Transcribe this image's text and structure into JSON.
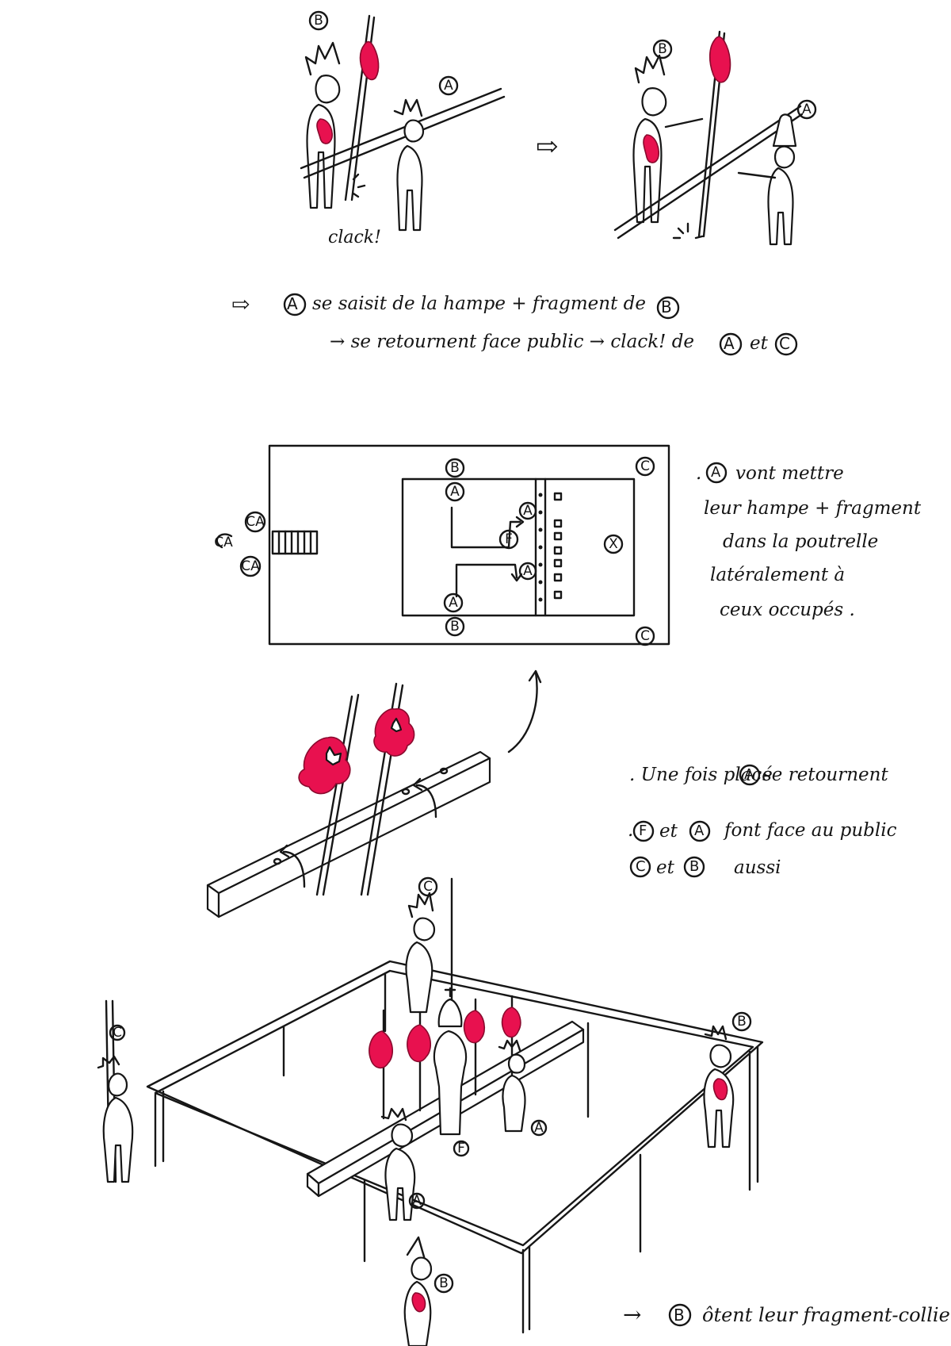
{
  "panel1": {
    "labels": [
      "B",
      "A",
      "B",
      "A"
    ],
    "sound": "clack!",
    "arrow": "⇨"
  },
  "caption1": {
    "line1_arrow": "⇨",
    "line1_actor": "A",
    "line1_text": "se saisit de la hampe + fragment de",
    "line1_target": "B",
    "line2_text": "→ se retournent face public → clack! de",
    "line2_a": "A",
    "line2_et": "et",
    "line2_c": "C"
  },
  "plan": {
    "labels": [
      "B",
      "C",
      "A",
      "A",
      "F",
      "X",
      "A",
      "A",
      "B",
      "C",
      "CA",
      "CA",
      "CA"
    ]
  },
  "notes": {
    "n1_dot": ".",
    "n1_actor": "A",
    "n1_lines": [
      "vont mettre",
      "leur hampe + fragment",
      "dans la poutrelle",
      "latéralement à",
      "ceux occupés ."
    ],
    "n2_text": ". Une fois placé",
    "n2_actor": "A",
    "n2_tail": "se retournent",
    "n3_a": "F",
    "n3_et": "et",
    "n3_b": "A",
    "n3_tail": "font face au public",
    "n4_a": "C",
    "n4_et": "et",
    "n4_b": "B",
    "n4_tail": "aussi",
    "n5_arrow": "→",
    "n5_actor": "B",
    "n5_tail": "ôtent leur fragment-collier"
  },
  "scene": {
    "labels": [
      "C",
      "C",
      "B",
      "A",
      "F",
      "A",
      "B"
    ]
  },
  "colors": {
    "ink": "#161616",
    "accent_red": "#e8114f"
  }
}
